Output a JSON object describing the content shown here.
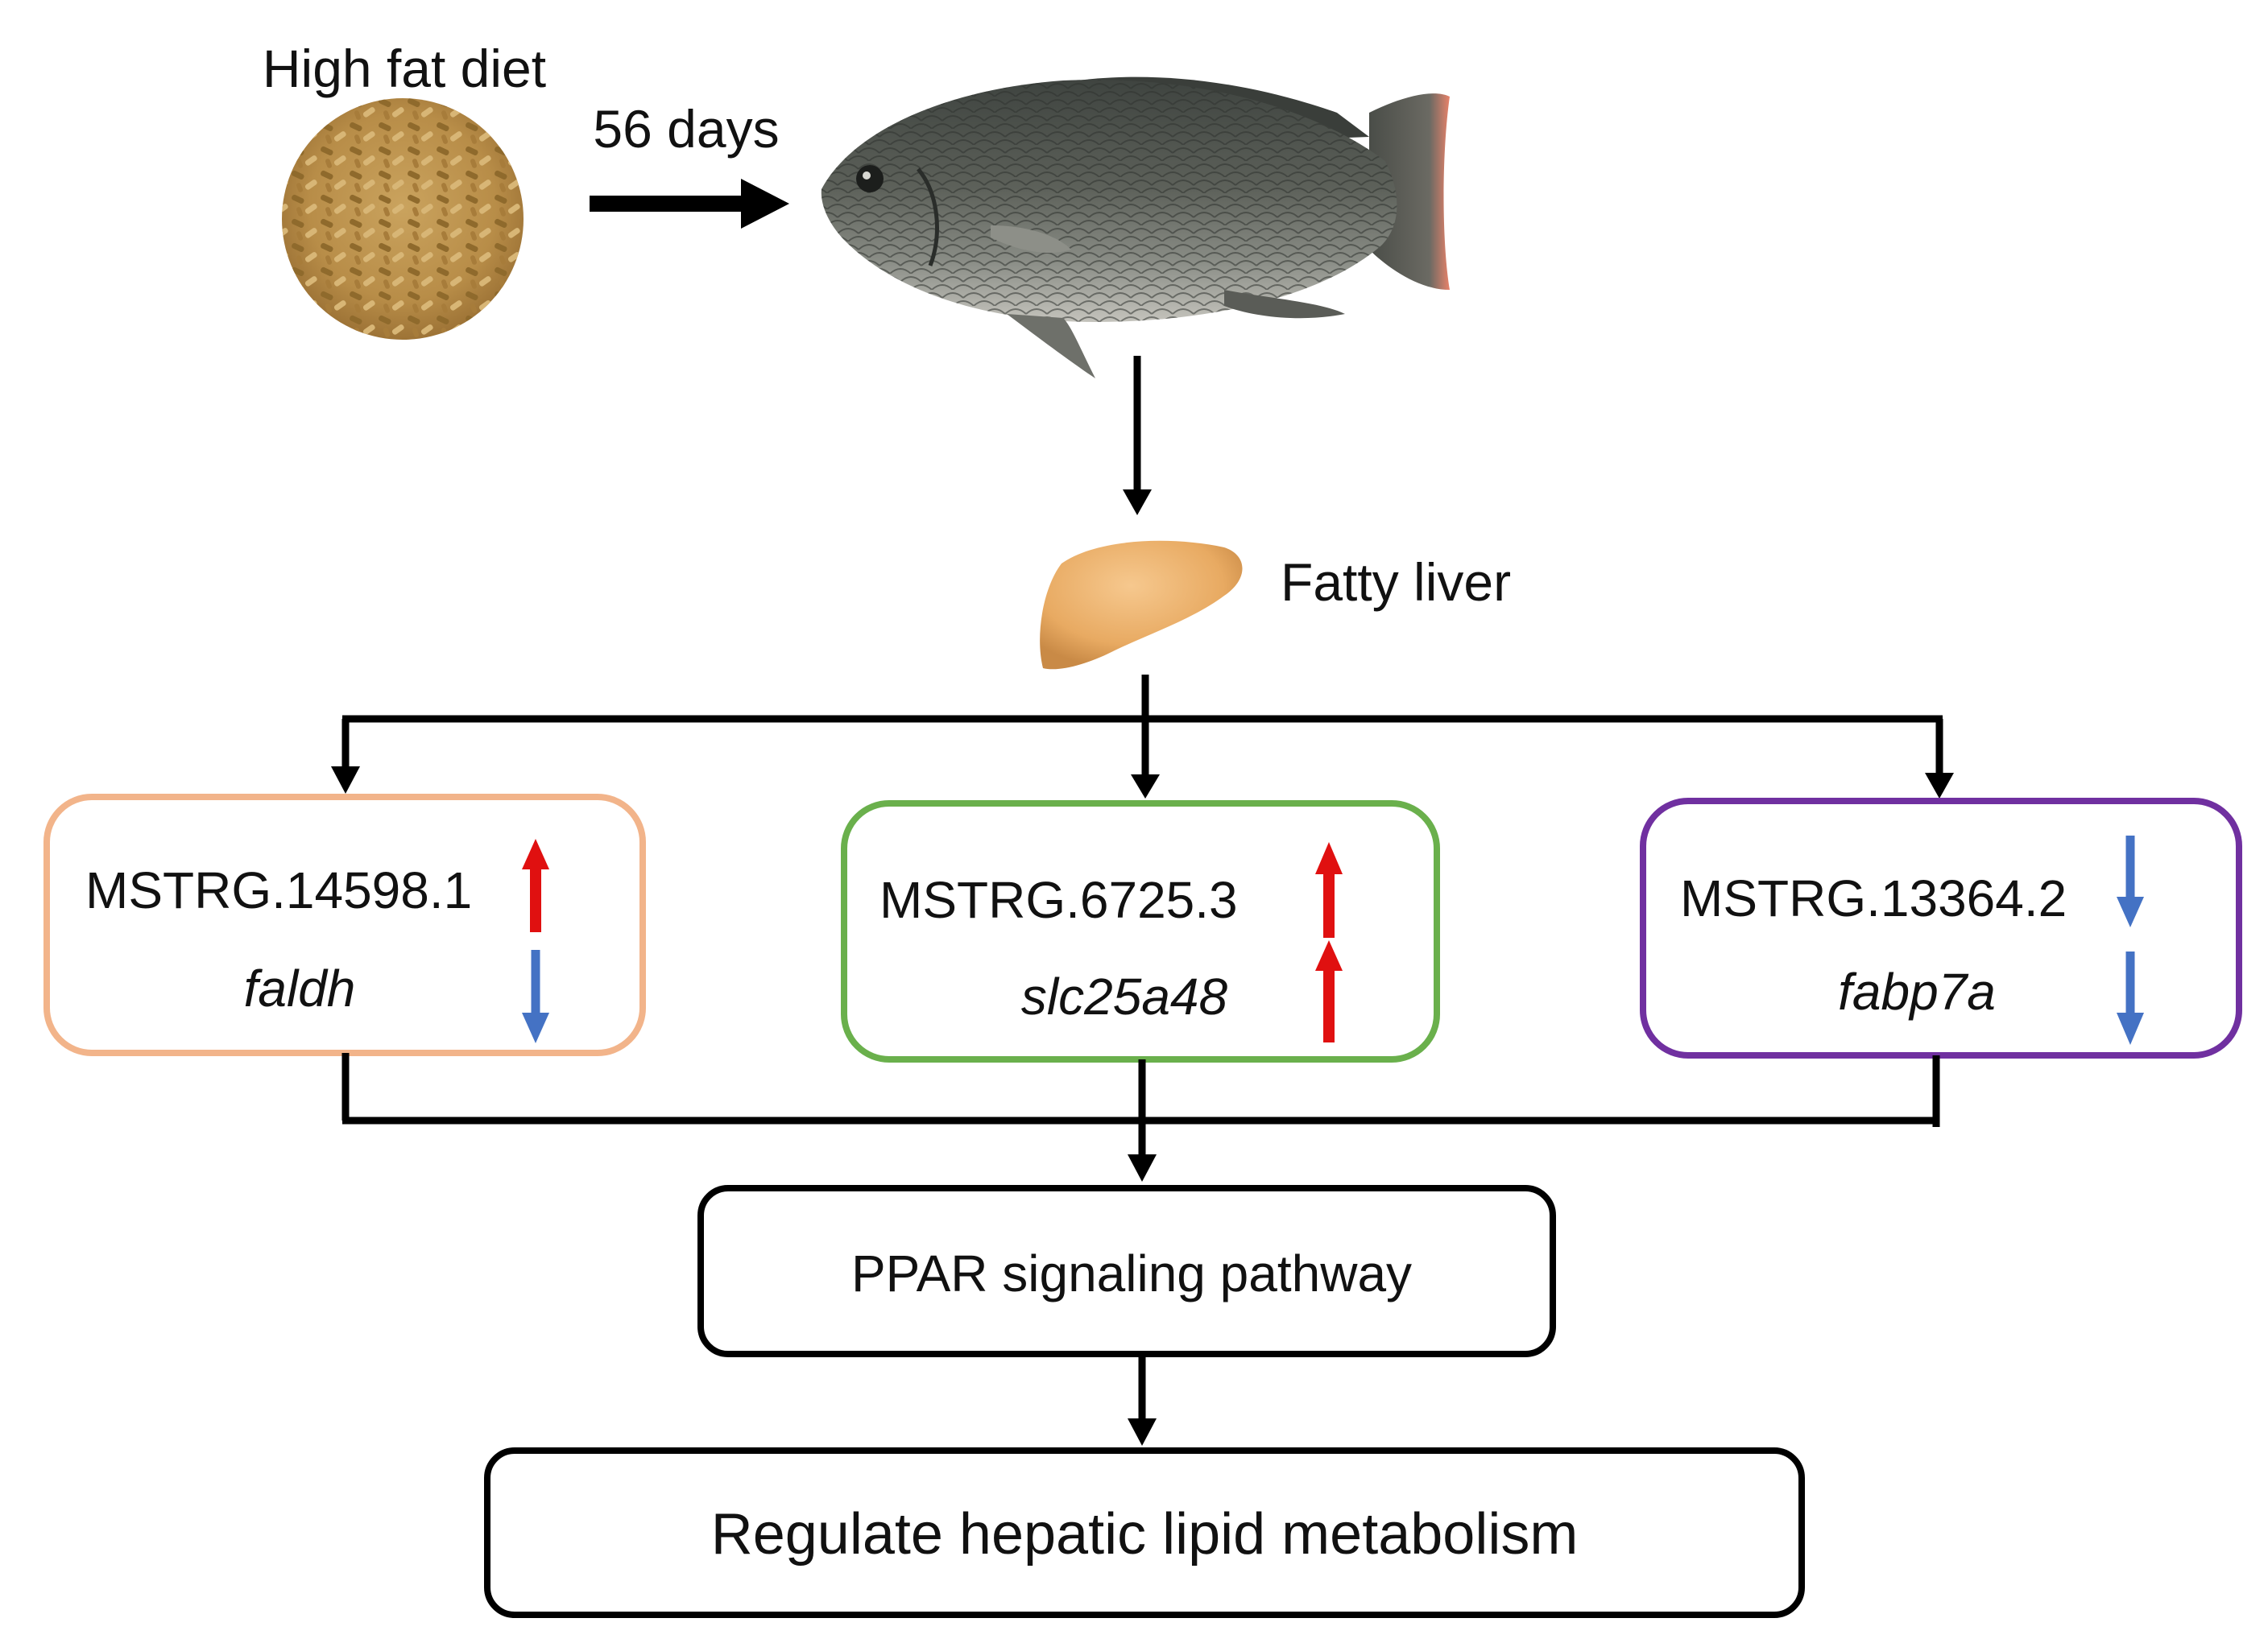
{
  "diet_label": "High fat diet",
  "duration_label": "56 days",
  "fatty_liver_label": "Fatty liver",
  "lncrna_pairs": [
    {
      "lncrna": "MSTRG.14598.1",
      "lncrna_direction": "up",
      "gene": "faldh",
      "gene_direction": "down",
      "border_color": "#f2b48a"
    },
    {
      "lncrna": "MSTRG.6725.3",
      "lncrna_direction": "up",
      "gene": "slc25a48",
      "gene_direction": "up",
      "border_color": "#6ab04c"
    },
    {
      "lncrna": "MSTRG.13364.2",
      "lncrna_direction": "down",
      "gene": "fabp7a",
      "gene_direction": "down",
      "border_color": "#7030a0"
    }
  ],
  "pathway_label": "PPAR signaling pathway",
  "outcome_label": "Regulate hepatic lipid metabolism",
  "colors": {
    "up_arrow": "#e01010",
    "down_arrow": "#4472c4",
    "connector": "#000000"
  }
}
